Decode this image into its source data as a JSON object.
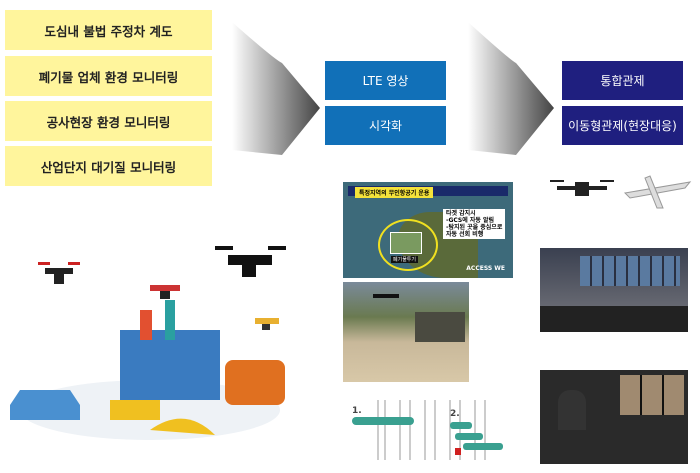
{
  "sources": [
    {
      "label": "도심내 불법 주정차 계도"
    },
    {
      "label": "폐기물 업체 환경 모니터링"
    },
    {
      "label": "공사현장 환경 모니터링"
    },
    {
      "label": "산업단지 대기질 모니터링"
    }
  ],
  "processing": [
    {
      "label": "LTE 영상"
    },
    {
      "label": "시각화"
    }
  ],
  "control": [
    {
      "label": "통합관제"
    },
    {
      "label": "이동형관제(현장대응)"
    }
  ],
  "map_image": {
    "title": "특정지역의 무인항공기 운용",
    "lines": [
      "타겟 감지시",
      "-GCS에 자동 알림",
      "-탐지된 곳을 중심으로",
      "자동 선회 비행"
    ],
    "inset_label": "폐기물투기",
    "logo": "ACCESS WE"
  },
  "flight_diagram": {
    "step1": "1.",
    "step2": "2."
  },
  "colors": {
    "yellow": "#fff59c",
    "blue": "#1170b8",
    "navy": "#1f1f7f"
  }
}
